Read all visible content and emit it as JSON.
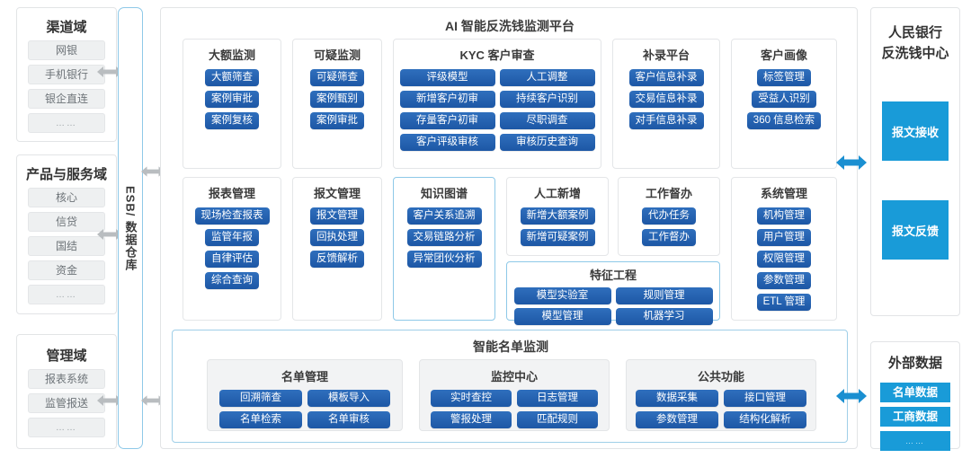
{
  "left_domains": [
    {
      "name": "channel-domain",
      "title": "渠道域",
      "items": [
        "网银",
        "手机银行",
        "银企直连",
        "……"
      ]
    },
    {
      "name": "product-service-domain",
      "title": "产品与服务域",
      "items": [
        "核心",
        "信贷",
        "国结",
        "资金",
        "……"
      ]
    },
    {
      "name": "management-domain",
      "title": "管理域",
      "items": [
        "报表系统",
        "监管报送",
        "……"
      ]
    }
  ],
  "esb": {
    "label": "ESB/ 数据仓库"
  },
  "platform": {
    "title": "AI 智能反洗钱监测平台",
    "row1": [
      {
        "name": "large-amount-monitoring",
        "title": "大额监测",
        "items": [
          "大额筛查",
          "案例审批",
          "案例复核"
        ]
      },
      {
        "name": "suspicious-monitoring",
        "title": "可疑监测",
        "items": [
          "可疑筛查",
          "案例甄别",
          "案例审批"
        ]
      },
      {
        "name": "kyc-customer-review",
        "title": "KYC 客户审查",
        "items": [
          "评级模型",
          "人工调整",
          "新增客户初审",
          "持续客户识别",
          "存量客户初审",
          "尽职调查",
          "客户评级审核",
          "审核历史查询"
        ]
      },
      {
        "name": "supplementary-platform",
        "title": "补录平台",
        "items": [
          "客户信息补录",
          "交易信息补录",
          "对手信息补录"
        ]
      },
      {
        "name": "customer-profile",
        "title": "客户画像",
        "items": [
          "标签管理",
          "受益人识别",
          "360 信息检索"
        ]
      }
    ],
    "row2": [
      {
        "name": "report-management",
        "title": "报表管理",
        "items": [
          "现场检查报表",
          "监管年报",
          "自律评估",
          "综合查询"
        ]
      },
      {
        "name": "message-management",
        "title": "报文管理",
        "items": [
          "报文管理",
          "回执处理",
          "反馈解析"
        ]
      },
      {
        "name": "knowledge-graph",
        "title": "知识图谱",
        "highlight": true,
        "items": [
          "客户关系追溯",
          "交易链路分析",
          "异常团伙分析"
        ]
      },
      {
        "name": "manual-addition",
        "title": "人工新增",
        "items": [
          "新增大额案例",
          "新增可疑案例"
        ]
      },
      {
        "name": "work-supervision",
        "title": "工作督办",
        "items": [
          "代办任务",
          "工作督办"
        ]
      },
      {
        "name": "feature-engineering",
        "title": "特征工程",
        "highlight": true,
        "items": [
          "模型实验室",
          "规则管理",
          "模型管理",
          "机器学习"
        ]
      },
      {
        "name": "system-management",
        "title": "系统管理",
        "items": [
          "机构管理",
          "用户管理",
          "权限管理",
          "参数管理",
          "ETL 管理"
        ]
      }
    ],
    "watchlist": {
      "title": "智能名单监测",
      "groups": [
        {
          "name": "list-management",
          "title": "名单管理",
          "items": [
            "回溯筛查",
            "模板导入",
            "名单检索",
            "名单审核"
          ]
        },
        {
          "name": "monitoring-center",
          "title": "监控中心",
          "items": [
            "实时查控",
            "日志管理",
            "警报处理",
            "匹配规则"
          ]
        },
        {
          "name": "common-functions",
          "title": "公共功能",
          "items": [
            "数据采集",
            "接口管理",
            "参数管理",
            "结构化解析"
          ]
        }
      ]
    }
  },
  "right_panels": [
    {
      "name": "pboc-aml-center",
      "title": "人民银行\n反洗钱中心",
      "title_line1": "人民银行",
      "title_line2": "反洗钱中心",
      "items": [
        "报文接收",
        "报文反馈"
      ]
    },
    {
      "name": "external-data",
      "title": "外部数据",
      "items": [
        "名单数据",
        "工商数据",
        "……"
      ]
    }
  ],
  "colors": {
    "button_blue": "#1d57a5",
    "cyan": "#199bd8",
    "arrow_gray": "#b9bdc0",
    "arrow_blue": "#1a8fd1",
    "border_blue": "#8ec9e8",
    "border_gray": "#e2e4e6"
  }
}
